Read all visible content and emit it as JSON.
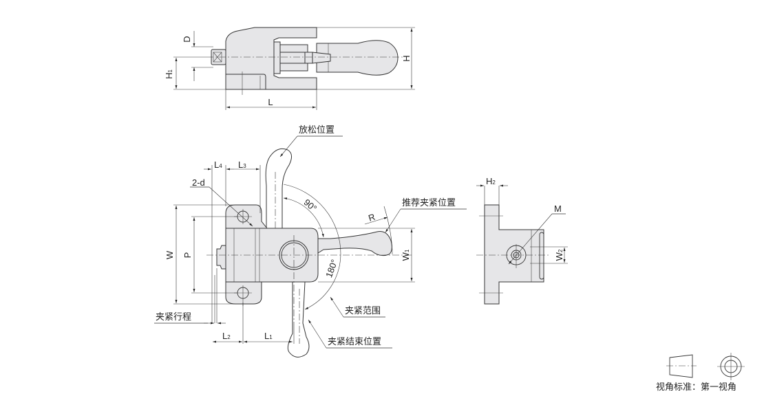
{
  "drawing": {
    "type": "technical-drawing",
    "subject": "toggle clamp / latch assembly",
    "views": [
      "top-view",
      "front-view",
      "side-view"
    ]
  },
  "top_view": {
    "dims": {
      "D": "D",
      "H1": "H",
      "H1_sub": "1",
      "H": "H",
      "L": "L"
    }
  },
  "front_view": {
    "dims": {
      "L4": "L",
      "L4_sub": "4",
      "L3": "L",
      "L3_sub": "3",
      "hole": "2-d",
      "W": "W",
      "P": "P",
      "W1": "W",
      "W1_sub": "1",
      "R": "R",
      "L2": "L",
      "L2_sub": "2",
      "L1": "L",
      "L1_sub": "1",
      "angle90": "90°",
      "angle180": "180°"
    },
    "callouts": {
      "release": "放松位置",
      "recommended": "推荐夹紧位置",
      "range": "夹紧范围",
      "stroke": "夹紧行程",
      "end": "夹紧结束位置"
    }
  },
  "side_view": {
    "dims": {
      "H2": "H",
      "H2_sub": "2",
      "M": "M",
      "W2": "W",
      "W2_sub": "2"
    }
  },
  "projection": {
    "label": "视角标准：第一视角"
  }
}
